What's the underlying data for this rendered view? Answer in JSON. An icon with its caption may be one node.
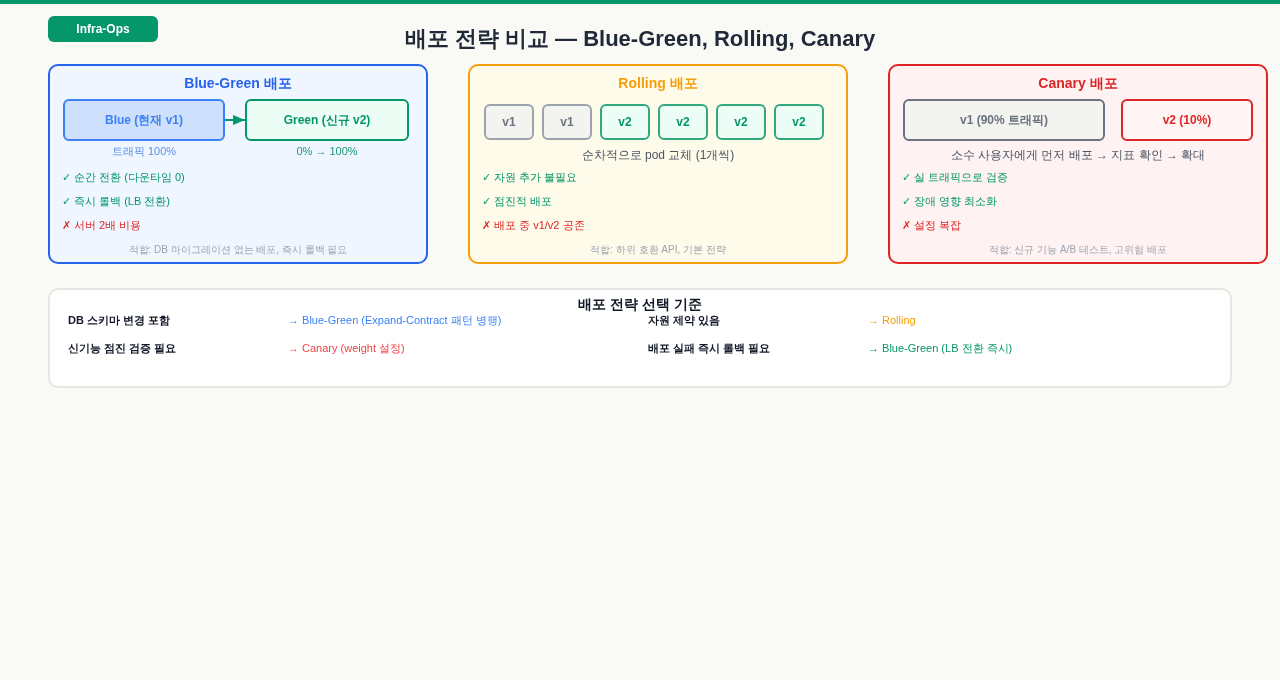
{
  "diagram": {
    "title": "배포 전략 비교 — Blue-Green, Rolling, Canary",
    "nodes": [
      {
        "text": [
          "Blue-Green 배포",
          "✓ 순간 전환 (다운타임 0)",
          "✓ 즉시 롤백 (LB 전환)",
          "✗ 서버 2배 비용",
          "적합: DB 마이그레이션 없는 배포, 즉시 롤백 필요"
        ]
      },
      {
        "text": [
          "Blue (현재 v1)"
        ],
        "in": 0,
        "beside": [
          "트래픽 100%"
        ]
      },
      {
        "text": [
          "Green (신규 v2)"
        ],
        "in": 0,
        "beside": [
          "0% → 100%"
        ]
      },
      {
        "text": [
          "Rolling 배포",
          "순차적으로 pod 교체 (1개씩)",
          "✓ 자원 추가 불필요",
          "✓ 점진적 배포",
          "✗ 배포 중 v1/v2 공존",
          "적합: 하위 호환 API, 기본 전략"
        ]
      },
      {
        "text": [
          "v1"
        ],
        "in": 3
      },
      {
        "text": [
          "v1"
        ],
        "in": 3
      },
      {
        "text": [
          "v2"
        ],
        "in": 3
      },
      {
        "text": [
          "v2"
        ],
        "in": 3
      },
      {
        "text": [
          "v2"
        ],
        "in": 3
      },
      {
        "text": [
          "v2"
        ],
        "in": 3
      },
      {
        "text": [
          "Canary 배포",
          "소수 사용자에게 먼저 배포 → 지표 확인 → 확대",
          "✓ 실 트래픽으로 검증",
          "✓ 장애 영향 최소화",
          "✗ 설정 복잡",
          "적합: 신규 기능 A/B 테스트, 고위험 배포"
        ]
      },
      {
        "text": [
          "v1 (90% 트래픽)"
        ],
        "in": 10
      },
      {
        "text": [
          "v2 (10%)"
        ],
        "in": 10
      },
      {
        "text": [
          "배포 전략 선택 기준",
          "DB 스키마 변경 포함",
          "→ Blue-Green (Expand-Contract 패턴 병행)",
          "자원 제약 있음",
          "→ Rolling",
          "신기능 점진 검증 필요",
          "→ Canary (weight 설정)",
          "배포 실패 즉시 롤백 필요",
          "→ Blue-Green (LB 전환 즉시)"
        ]
      }
    ],
    "edges": [
      {
        "from": 1,
        "to": 2,
        "arrow": "to"
      }
    ],
    "labels": [
      "Infra-Ops"
    ]
  }
}
